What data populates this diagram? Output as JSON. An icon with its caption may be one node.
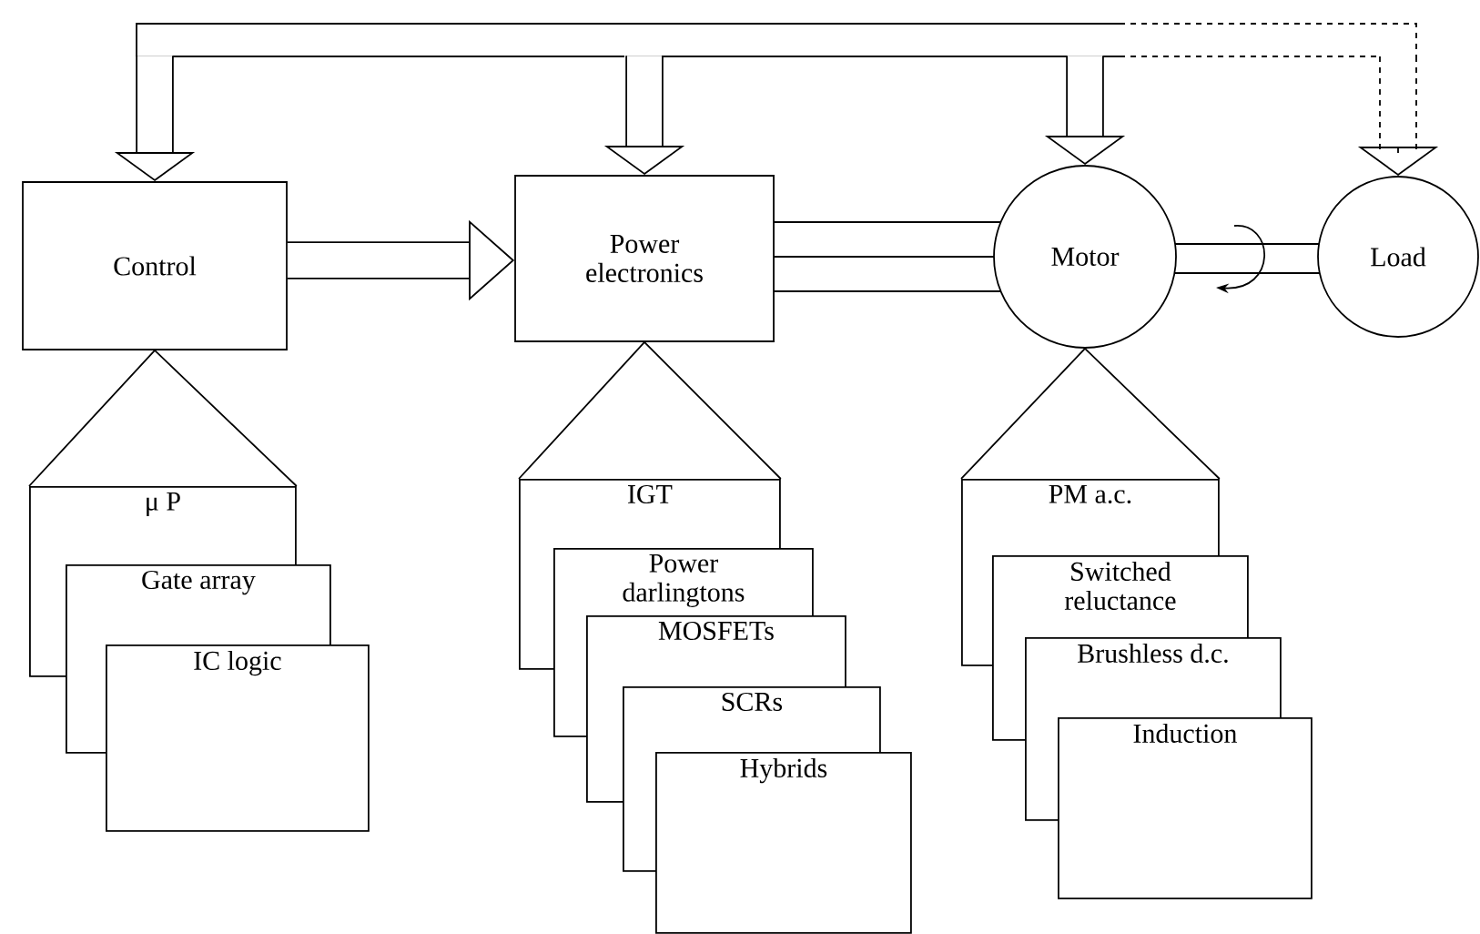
{
  "diagram": {
    "nodes": [
      {
        "text": [
          "Control"
        ]
      },
      {
        "text": [
          "Power electronics"
        ]
      },
      {
        "text": [
          "Motor"
        ]
      },
      {
        "text": [
          "Load"
        ]
      },
      {
        "text": [
          "μ P"
        ]
      },
      {
        "text": [
          "Gate array"
        ]
      },
      {
        "text": [
          "IC logic"
        ]
      },
      {
        "text": [
          "IGT"
        ]
      },
      {
        "text": [
          "Power darlingtons"
        ]
      },
      {
        "text": [
          "MOSFETs"
        ]
      },
      {
        "text": [
          "SCRs"
        ]
      },
      {
        "text": [
          "Hybrids"
        ]
      },
      {
        "text": [
          "PM a.c."
        ]
      },
      {
        "text": [
          "Switched reluctance"
        ]
      },
      {
        "text": [
          "Brushless d.c."
        ]
      },
      {
        "text": [
          "Induction"
        ]
      }
    ],
    "edges": [
      {
        "from": 0,
        "to": 1,
        "arrow": "to",
        "style": "thick"
      },
      {
        "from": 1,
        "to": 2,
        "arrow": "none"
      },
      {
        "from": 2,
        "to": 3,
        "arrow": "none"
      },
      {
        "from": null,
        "to": 0,
        "arrow": "to"
      },
      {
        "from": null,
        "to": 1,
        "arrow": "to"
      },
      {
        "from": null,
        "to": 2,
        "arrow": "to"
      },
      {
        "from": null,
        "to": 3,
        "arrow": "to",
        "style": "dashed"
      },
      {
        "from": 4,
        "to": 0,
        "arrow": "none"
      },
      {
        "from": 7,
        "to": 1,
        "arrow": "none"
      },
      {
        "from": 12,
        "to": 2,
        "arrow": "none"
      }
    ]
  }
}
